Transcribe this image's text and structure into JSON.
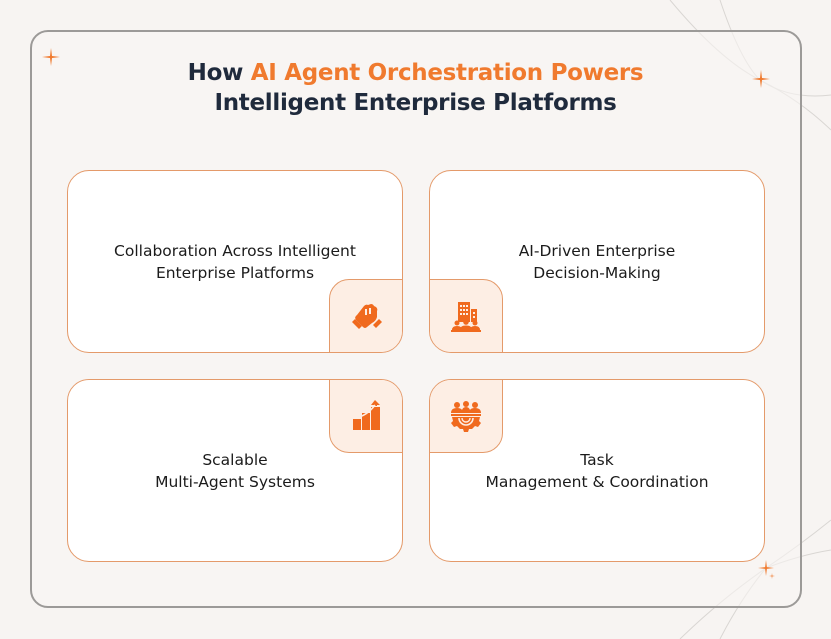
{
  "title": {
    "prefix": "How ",
    "accent": "AI Agent Orchestration Powers",
    "line2": "Intelligent Enterprise Platforms"
  },
  "colors": {
    "accent": "#f07a2e",
    "title_dark": "#1f2a3c",
    "card_border": "#e49a6a",
    "tab_fill": "#fdeee4",
    "frame_border": "#9c9a98",
    "background": "#f7f4f2"
  },
  "cards": [
    {
      "line1": "Collaboration Across Intelligent",
      "line2": "Enterprise Platforms",
      "icon": "handshake-fist-icon"
    },
    {
      "line1": "AI-Driven Enterprise",
      "line2": "Decision-Making",
      "icon": "enterprise-building-people-icon"
    },
    {
      "line1": "Scalable",
      "line2": "Multi-Agent Systems",
      "icon": "growth-chart-arrow-icon"
    },
    {
      "line1": "Task",
      "line2": "Management & Coordination",
      "icon": "team-gear-icon"
    }
  ]
}
